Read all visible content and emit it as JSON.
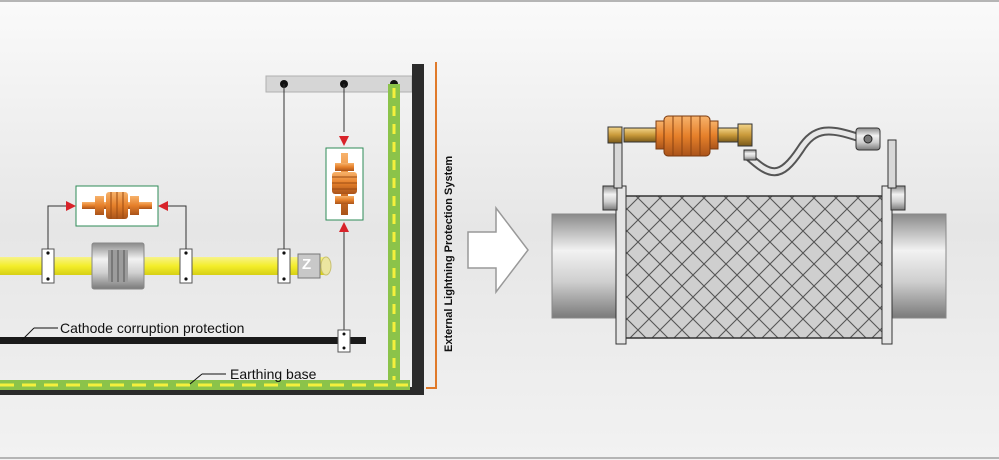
{
  "labels": {
    "cathode": "Cathode corruption protection",
    "earthing": "Earthing base",
    "external_lps": "External Lightning Protection System",
    "insulating_flange_mark": "Z"
  },
  "colors": {
    "background_top": "#f4f4f4",
    "background_mid": "#e3e3e3",
    "pipeline_yellow": "#f5f03c",
    "earth_green": "#8bc34a",
    "spark_gap_orange": "#e8892c",
    "arrow_red": "#d8232a",
    "lps_line_orange": "#e07a2a",
    "frame_dark": "#2b2b2b"
  }
}
